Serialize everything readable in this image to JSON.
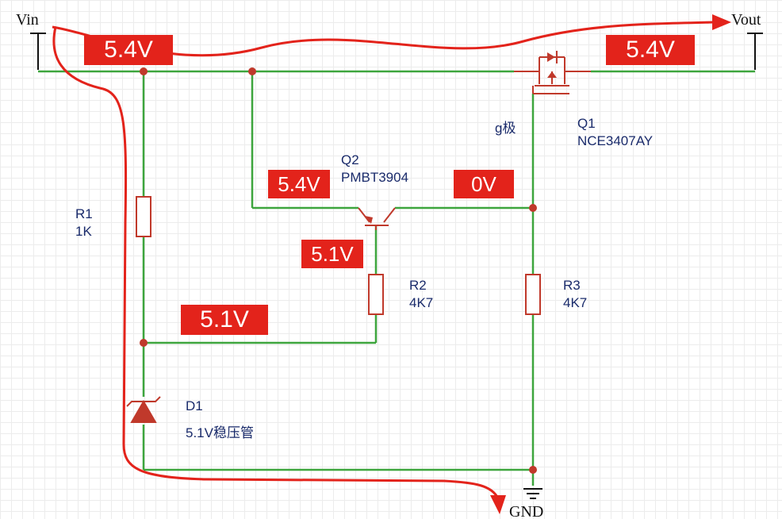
{
  "terminals": {
    "vin": "Vin",
    "vout": "Vout",
    "gnd": "GND"
  },
  "components": {
    "r1": {
      "ref": "R1",
      "value": "1K"
    },
    "r2": {
      "ref": "R2",
      "value": "4K7"
    },
    "r3": {
      "ref": "R3",
      "value": "4K7"
    },
    "q1": {
      "ref": "Q1",
      "value": "NCE3407AY"
    },
    "q2": {
      "ref": "Q2",
      "value": "PMBT3904"
    },
    "d1": {
      "ref": "D1",
      "value": "5.1V稳压管"
    }
  },
  "gate_label": "g极",
  "voltages": {
    "vin_rail": "5.4V",
    "vout_rail": "5.4V",
    "q2_emitter_in": "5.4V",
    "q1_gate": "0V",
    "q2_base": "5.1V",
    "zener_node": "5.1V"
  },
  "colors": {
    "wire": "#3da53d",
    "component": "#c0392b",
    "flow_arrow": "#e3231b",
    "label_text": "#1a2b6b"
  }
}
